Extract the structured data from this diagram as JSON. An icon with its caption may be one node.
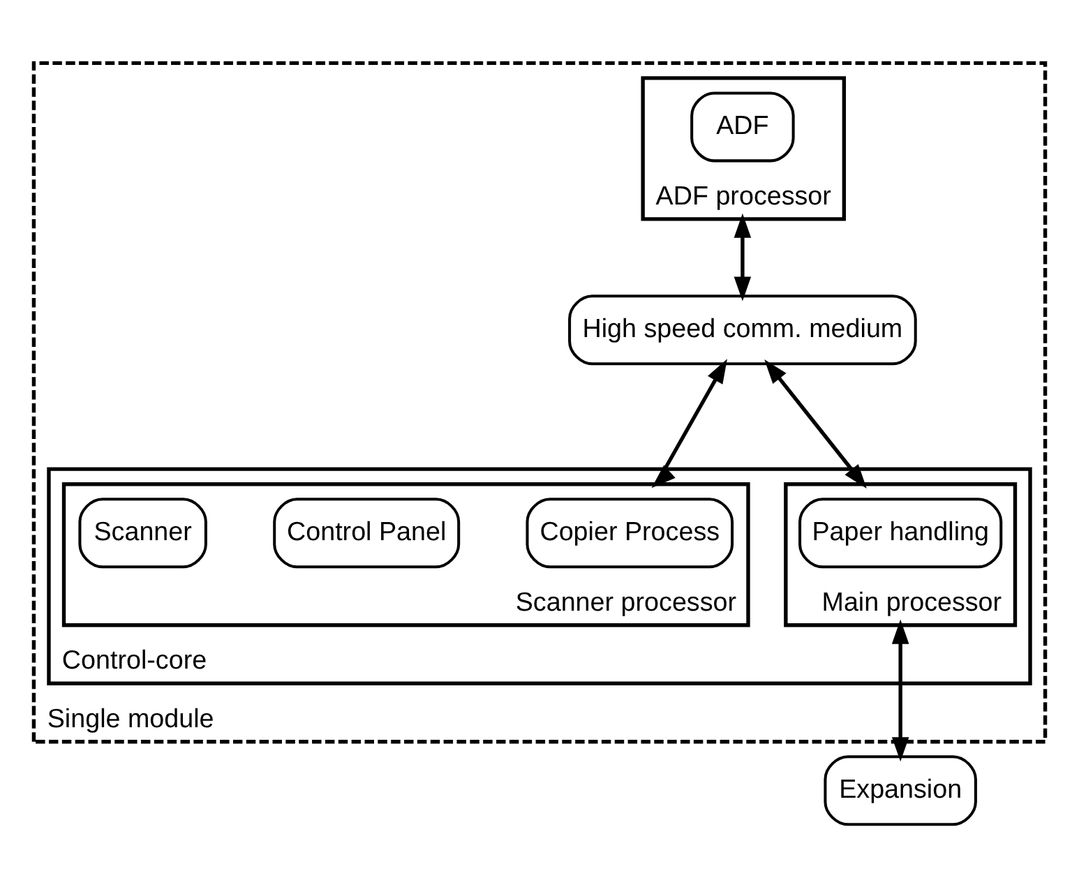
{
  "diagram": {
    "nodes": [
      {
        "text": [
          "Single module"
        ]
      },
      {
        "text": [
          "ADF processor"
        ],
        "in": 0
      },
      {
        "text": [
          "ADF"
        ],
        "in": 1
      },
      {
        "text": [
          "High speed comm. medium"
        ],
        "in": 0
      },
      {
        "text": [
          "Control-core"
        ],
        "in": 0
      },
      {
        "text": [
          "Main processor"
        ],
        "in": 4
      },
      {
        "text": [
          "Scanner processor"
        ],
        "in": 4
      },
      {
        "text": [
          "Copier Process"
        ],
        "in": 6
      },
      {
        "text": [
          "Control Panel"
        ],
        "in": 6
      },
      {
        "text": [
          "Scanner"
        ],
        "in": 6
      },
      {
        "text": [
          "Paper handling"
        ],
        "in": 5
      },
      {
        "text": [
          "Expansion"
        ]
      }
    ],
    "edges": [
      {
        "from": 1,
        "to": 3,
        "arrow": "both"
      },
      {
        "from": 3,
        "to": 5,
        "arrow": "both"
      },
      {
        "from": 3,
        "to": 6,
        "arrow": "both"
      },
      {
        "from": 5,
        "to": 11,
        "arrow": "both"
      }
    ]
  }
}
